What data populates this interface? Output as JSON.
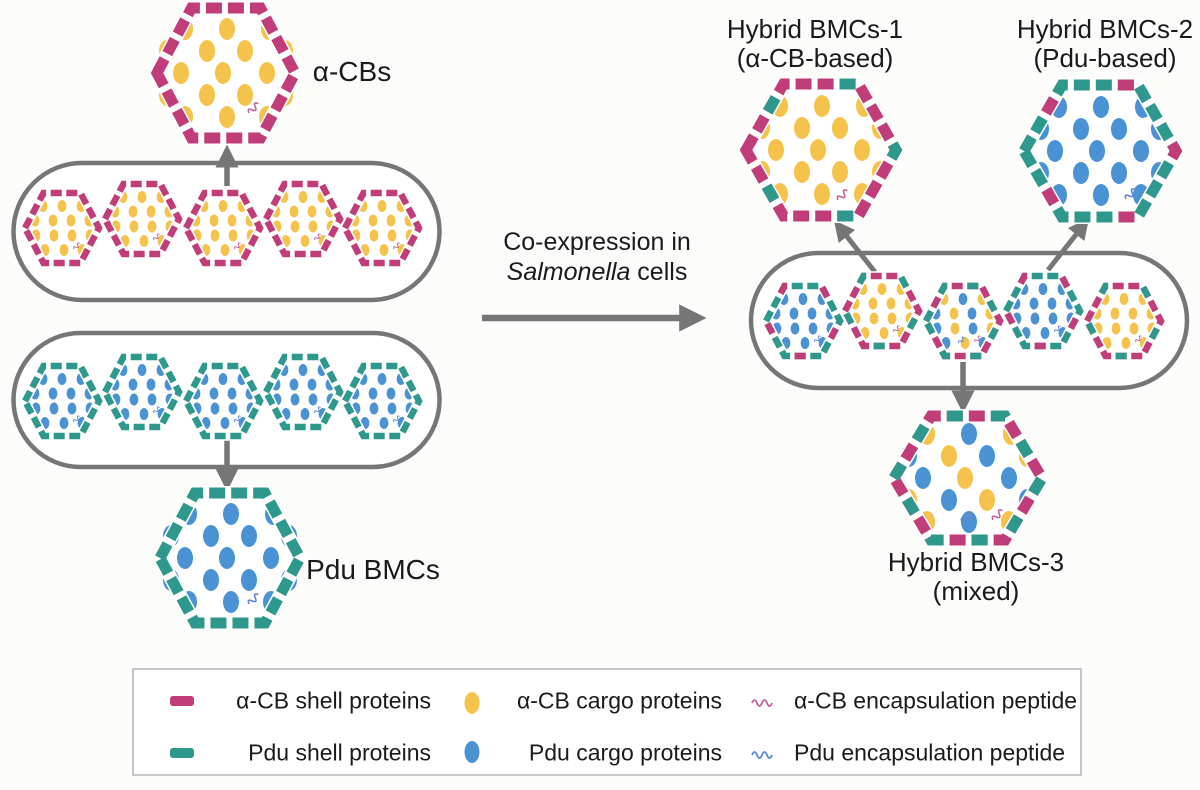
{
  "labels": {
    "alpha_cbs": "α-CBs",
    "pdu_bmcs": "Pdu BMCs",
    "coexpression": {
      "line1": "Co-expression in",
      "italic": "Salmonella",
      "rest": " cells"
    },
    "hybrid1": {
      "line1": "Hybrid BMCs-1",
      "line2": "(α-CB-based)"
    },
    "hybrid2": {
      "line1": "Hybrid BMCs-2",
      "line2": "(Pdu-based)"
    },
    "hybrid3": {
      "line1": "Hybrid BMCs-3",
      "line2": "(mixed)"
    }
  },
  "legend": {
    "items": [
      {
        "swatch": "alpha-shell",
        "label": "α-CB shell proteins"
      },
      {
        "swatch": "pdu-shell",
        "label": "Pdu shell proteins"
      },
      {
        "swatch": "alpha-cargo",
        "label": "α-CB cargo proteins"
      },
      {
        "swatch": "pdu-cargo",
        "label": "Pdu cargo proteins"
      },
      {
        "swatch": "alpha-peptide",
        "label": "α-CB encapsulation peptide"
      },
      {
        "swatch": "pdu-peptide",
        "label": "Pdu encapsulation peptide"
      }
    ]
  },
  "colors": {
    "alpha_shell": "#C13D79",
    "pdu_shell": "#2F988C",
    "alpha_cargo": "#F5C24B",
    "pdu_cargo": "#4A92D3",
    "alpha_peptide": "#C0629B",
    "pdu_peptide": "#5C86CF",
    "outline": "#767676",
    "legend_border": "#C6C6C6",
    "background": "#FCFCFA",
    "text": "#1A1A1A"
  }
}
